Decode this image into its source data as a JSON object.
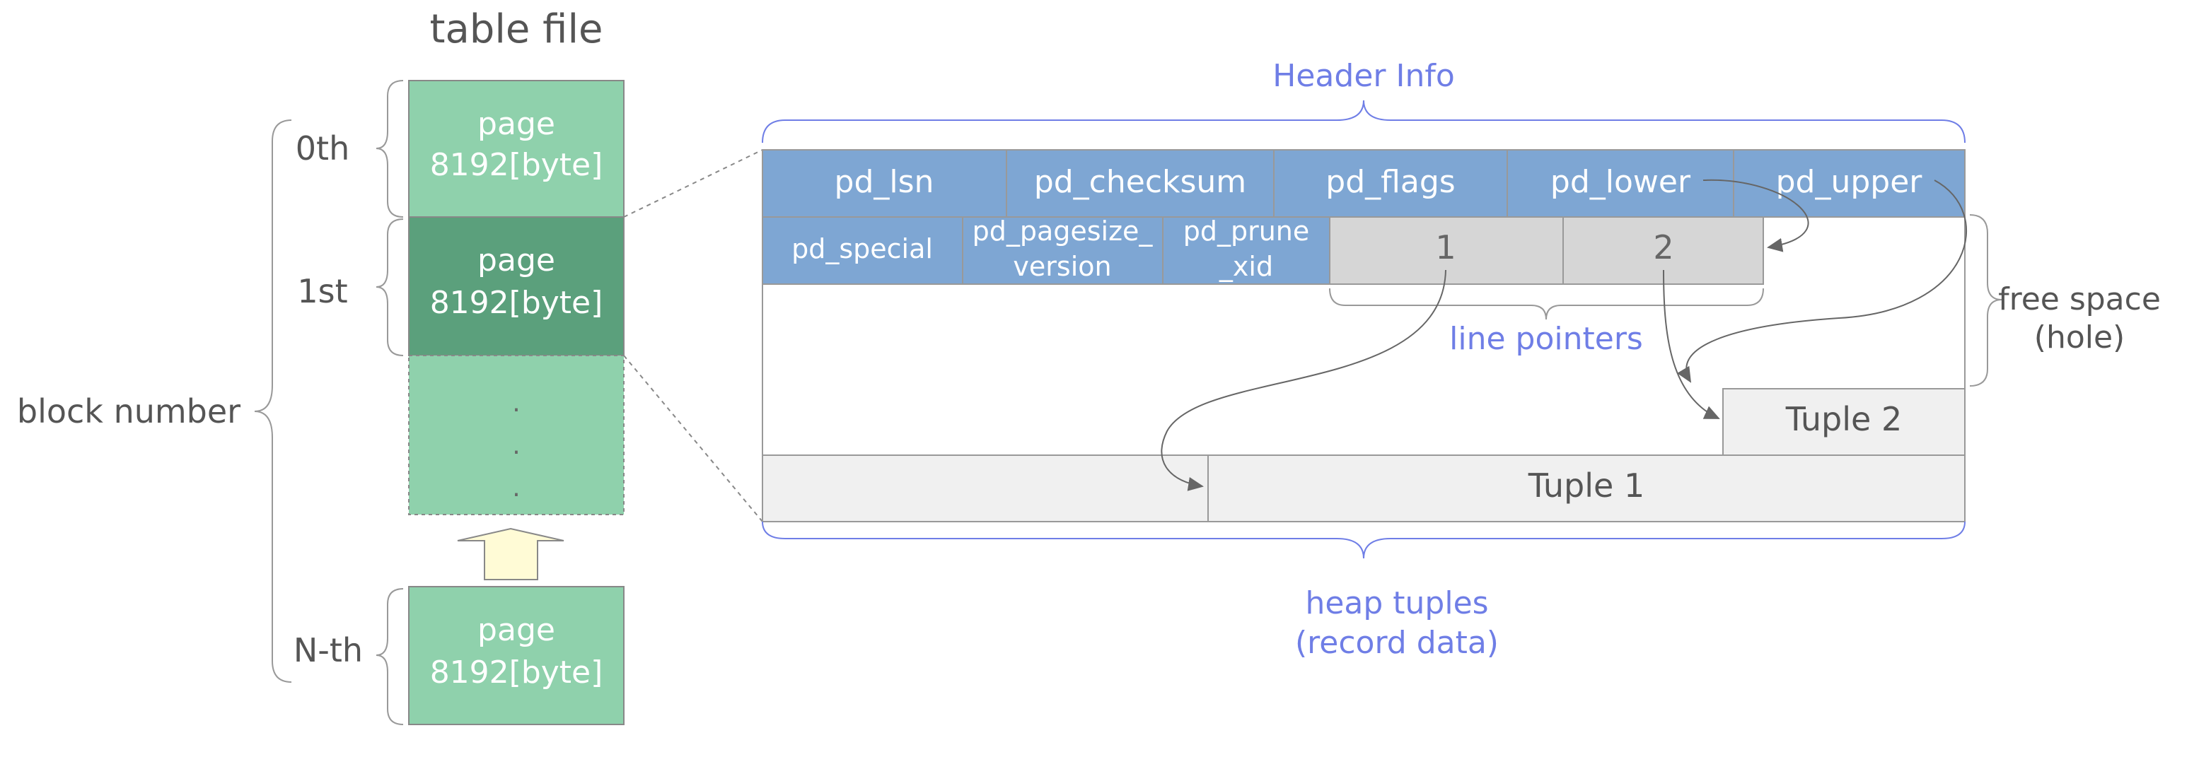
{
  "table_file": {
    "title": "table file",
    "block_label": "block number",
    "blocks": [
      {
        "ordinal": "0th",
        "line1": "page",
        "line2": "8192[byte]"
      },
      {
        "ordinal": "1st",
        "line1": "page",
        "line2": "8192[byte]"
      },
      {
        "ordinal": "N-th",
        "line1": "page",
        "line2": "8192[byte]"
      }
    ],
    "ellipsis": [
      "·",
      "·",
      "·"
    ]
  },
  "page_layout": {
    "header_info_label": "Header Info",
    "header_row1": [
      "pd_lsn",
      "pd_checksum",
      "pd_flags",
      "pd_lower",
      "pd_upper"
    ],
    "header_row2": [
      {
        "line1": "pd_special",
        "line2": ""
      },
      {
        "line1": "pd_pagesize_",
        "line2": "version"
      },
      {
        "line1": "pd_prune",
        "line2": "_xid"
      }
    ],
    "line_pointers": [
      "1",
      "2"
    ],
    "line_pointers_label": "line pointers",
    "free_space_line1": "free space",
    "free_space_line2": "(hole)",
    "tuple2": "Tuple 2",
    "tuple1": "Tuple 1",
    "heap_tuples_line1": "heap tuples",
    "heap_tuples_line2": "(record data)"
  },
  "colors": {
    "header_blue": "#7ea6d3",
    "page_green": "#8fd1ac",
    "page_green_dark": "#5ba07c",
    "pointer_gray": "#d6d6d6",
    "tuple_gray": "#f0f0f0",
    "accent_label": "#6f7ee6",
    "brace_gray": "#999999",
    "text_gray": "#555555",
    "arrow_yellow": "#fffbd6"
  }
}
